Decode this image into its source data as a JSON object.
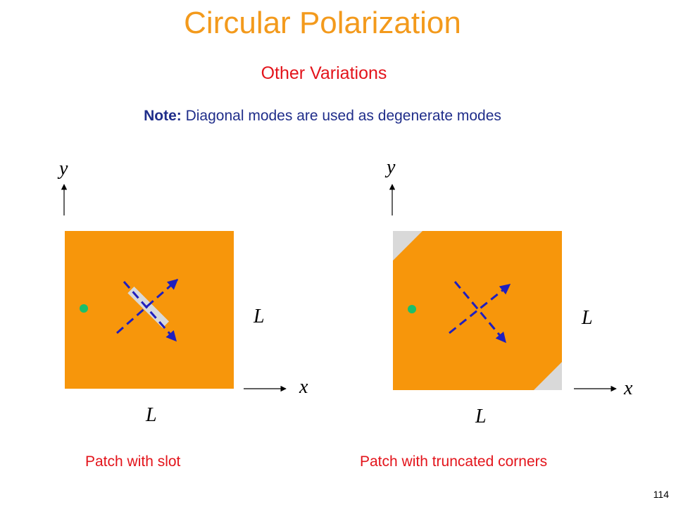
{
  "title": "Circular Polarization",
  "subtitle": "Other Variations",
  "note": {
    "label": "Note:",
    "text": " Diagonal modes are used as degenerate modes"
  },
  "left_diagram": {
    "caption": "Patch with slot",
    "y_axis": "y",
    "x_axis": "x",
    "side_label": "L",
    "bottom_label": "L"
  },
  "right_diagram": {
    "caption": "Patch with truncated corners",
    "y_axis": "y",
    "x_axis": "x",
    "side_label": "L",
    "bottom_label": "L"
  },
  "page_number": "114",
  "colors": {
    "title": "#f39a1c",
    "subtitle": "#e3141b",
    "note": "#1f2d8a",
    "patch": "#f7960b",
    "corner": "#d9d9d9",
    "feed": "#1bbf6b",
    "arrow": "#1f1fbf"
  }
}
